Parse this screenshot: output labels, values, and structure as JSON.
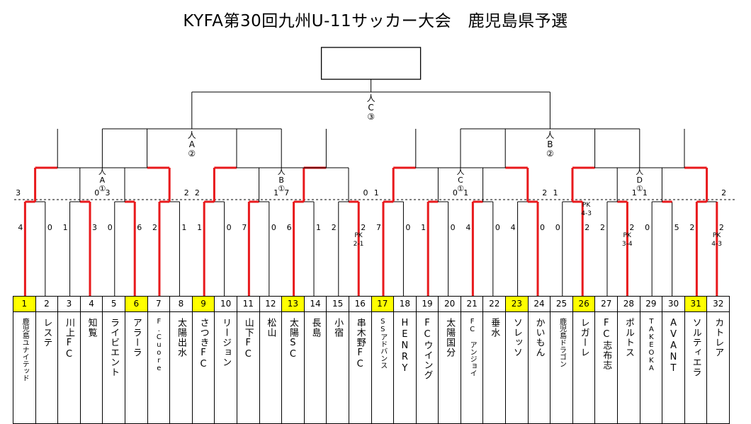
{
  "title": "KYFA第30回九州U-11サッカー大会　鹿児島県予選",
  "teams": [
    {
      "num": "1",
      "name": "鹿児島ユナイテッド",
      "seed": true,
      "small": true
    },
    {
      "num": "2",
      "name": "レステ"
    },
    {
      "num": "3",
      "name": "川上FC"
    },
    {
      "num": "4",
      "name": "知覧"
    },
    {
      "num": "5",
      "name": "ライビエント"
    },
    {
      "num": "6",
      "name": "アラーラ",
      "seed": true
    },
    {
      "num": "7",
      "name": "F.Cuore",
      "small": true
    },
    {
      "num": "8",
      "name": "太陽出水"
    },
    {
      "num": "9",
      "name": "さつきFC",
      "seed": true
    },
    {
      "num": "10",
      "name": "リージョン"
    },
    {
      "num": "11",
      "name": "山下FC"
    },
    {
      "num": "12",
      "name": "松山"
    },
    {
      "num": "13",
      "name": "太陽SC",
      "seed": true
    },
    {
      "num": "14",
      "name": "長島"
    },
    {
      "num": "15",
      "name": "小宿"
    },
    {
      "num": "16",
      "name": "串木野FC"
    },
    {
      "num": "17",
      "name": "SSアドバンス",
      "seed": true,
      "small": true
    },
    {
      "num": "18",
      "name": "HENRY"
    },
    {
      "num": "19",
      "name": "FCウイング"
    },
    {
      "num": "20",
      "name": "太陽国分"
    },
    {
      "num": "21",
      "name": "FC アンジョイ",
      "small": true
    },
    {
      "num": "22",
      "name": "垂水"
    },
    {
      "num": "23",
      "name": "ソレッソ",
      "seed": true
    },
    {
      "num": "24",
      "name": "かいもん"
    },
    {
      "num": "25",
      "name": "鹿児島ドラゴン",
      "small": true
    },
    {
      "num": "26",
      "name": "レガーレ",
      "seed": true
    },
    {
      "num": "27",
      "name": "FC志布志"
    },
    {
      "num": "28",
      "name": "ポルトス"
    },
    {
      "num": "29",
      "name": "TAKEOKA",
      "small": true
    },
    {
      "num": "30",
      "name": "AVANT"
    },
    {
      "num": "31",
      "name": "ソルティエラ",
      "seed": true
    },
    {
      "num": "32",
      "name": "カトレア"
    }
  ],
  "r1_scores": [
    "4",
    "0",
    "1",
    "3",
    "0",
    "6",
    "2",
    "1",
    "1",
    "0",
    "7",
    "0",
    "6",
    "1",
    "2",
    "2",
    "7",
    "0",
    "1",
    "0",
    "4",
    "0",
    "4",
    "0",
    "0",
    "2",
    "2",
    "2",
    "0",
    "5",
    "2",
    "2"
  ],
  "r1_winners": [
    0,
    3,
    5,
    6,
    8,
    10,
    12,
    15,
    16,
    18,
    20,
    23,
    25,
    27,
    30,
    31
  ],
  "r1_pk": [
    {
      "pair": 7,
      "label": "PK",
      "score": "2-1"
    },
    {
      "pair": 13,
      "label": "PK",
      "score": "3-4"
    },
    {
      "pair": 15,
      "label": "PK",
      "score": "4-3"
    }
  ],
  "r2_scores": [
    "3",
    "0",
    "3",
    "2",
    "2",
    "1",
    "7",
    "0",
    "1",
    "0",
    "1",
    "2",
    "1",
    "1",
    "1",
    "2"
  ],
  "r2_winners": [
    0,
    3,
    4,
    6,
    8,
    11,
    12,
    15
  ],
  "r2_pk": [
    {
      "pair": 6,
      "label": "PK",
      "score": "4-3"
    }
  ],
  "r3_labels": [
    {
      "pair": 0,
      "lines": [
        "人",
        "A",
        "①"
      ]
    },
    {
      "pair": 1,
      "lines": [
        "人",
        "B",
        "①"
      ]
    },
    {
      "pair": 2,
      "lines": [
        "人",
        "C",
        "①"
      ]
    },
    {
      "pair": 3,
      "lines": [
        "人",
        "D",
        "①"
      ]
    }
  ],
  "r4_labels": [
    {
      "pair": 0,
      "lines": [
        "人",
        "A",
        "②"
      ]
    },
    {
      "pair": 1,
      "lines": [
        "人",
        "B",
        "②"
      ]
    }
  ],
  "final_label": [
    "人",
    "C",
    "③"
  ],
  "champion": "",
  "colors": {
    "win": "#e8191c",
    "line": "#000000",
    "seed": "#ffff00",
    "dash": "#000000"
  }
}
